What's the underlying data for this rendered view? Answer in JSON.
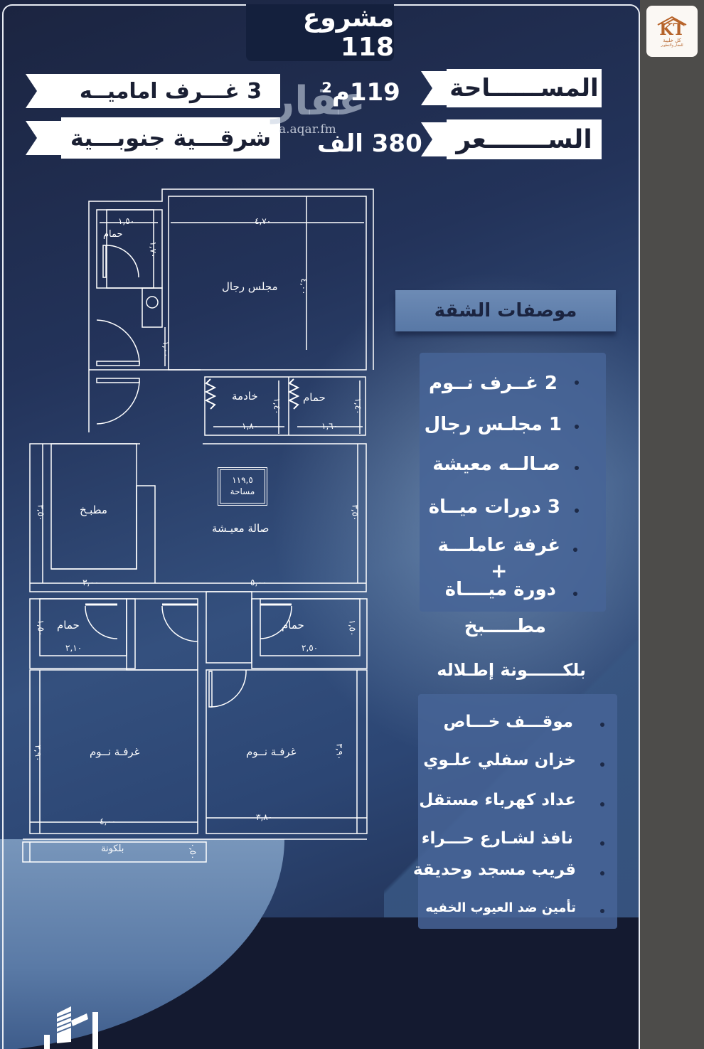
{
  "poster": {
    "title": "مشروع 118",
    "banners": {
      "rooms_front": "3 غـــرف اماميــه",
      "orientation": "شرقـــية جنوبـــية",
      "area_label": "المســــــاحة",
      "price_label": "الســـــــعر"
    },
    "values": {
      "area": "119م²",
      "price": "380 الف"
    },
    "watermark": {
      "logo_text": "عقار",
      "url": "a.aqar.fm"
    }
  },
  "floor_plan": {
    "rooms": {
      "majlis": "مجلس رجال",
      "bath_top": "حمام",
      "maid": "خادمة",
      "bath_mid": "حمام",
      "kitchen": "مطبـخ",
      "living": "صالة معيـشة",
      "bath_left": "حمام",
      "bath_right": "حمام",
      "bedroom_left": "غرفـة نــوم",
      "bedroom_right": "غرفـة نــوم",
      "balcony": "بلكونة"
    },
    "area_box": {
      "value": "١١٩,٥",
      "label": "مساحة"
    },
    "dimensions": {
      "bath_top_w": "١,٥٠",
      "bath_top_h": "١,٧٠",
      "majlis_w": "٤,٧٠",
      "majlis_h": "٤,٠٠",
      "corridor_h": "١,٠٠",
      "maid_w": "١,٨٠",
      "maid_h": "١,٤٠",
      "bath_mid_w": "١,٦٠",
      "bath_mid_h": "١,٤٠",
      "kitchen_h": "٣,٥٠",
      "kitchen_w": "٣,٠٠",
      "living_w": "٥,٠٠",
      "living_h": "٣,٥٠",
      "bath_left_h": "١,٥٠",
      "bath_left_w": "٢,١٠",
      "bath_right_w": "٢,٥٠",
      "bath_right_h": "١,٥٠",
      "bedroom_left_h": "٣,٩٠",
      "bedroom_left_w": "٤,٠٠",
      "bedroom_right_h": "٣,٩٠",
      "bedroom_right_w": "٣,٨٠",
      "balcony_h": "٠,٥٠"
    }
  },
  "features": {
    "heading": "موصفات الشقة",
    "group1": [
      "2 غــرف نــوم",
      "1 مجلـس رجال",
      "صـالــه معيشة",
      "3 دورات ميــاة",
      "غرفة عاملـــة",
      "دورة ميــــاة"
    ],
    "plus_sign": "+",
    "standalone": [
      "مطـــــبخ",
      "بلكــــــونة إطـلاله"
    ],
    "group2": [
      "موقـــف خـــاص",
      "خزان سفلي علـوي",
      "عداد كهرباء مستقل",
      "نافذ لشـارع حـــراء",
      "قريب مسجد وحديقة",
      "تأمين ضد العيوب الخفيه"
    ]
  },
  "side_logo": {
    "letters": "KT",
    "subtitle": "كل خليبة",
    "tagline": "للعقار والتطوير"
  }
}
